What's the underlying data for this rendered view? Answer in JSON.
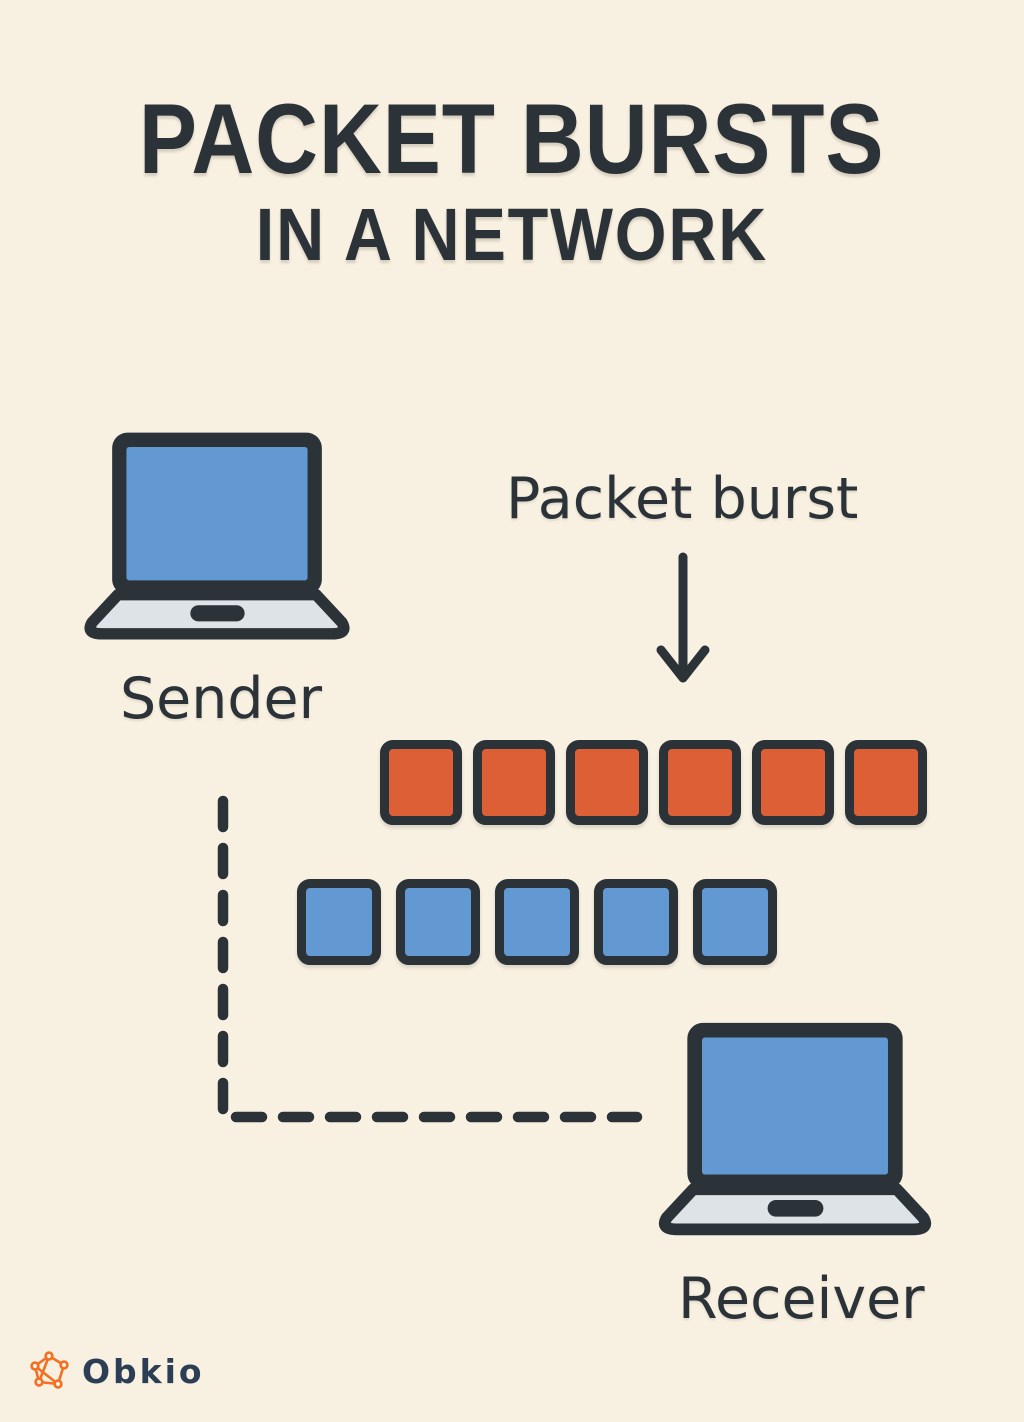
{
  "title": {
    "line1": "PACKET BURSTS",
    "line2": "IN A NETWORK"
  },
  "diagram": {
    "sender_label": "Sender",
    "receiver_label": "Receiver",
    "packet_burst_label": "Packet burst",
    "packet_rows": [
      {
        "name": "burst-row",
        "count": 6,
        "color_key": "packet_orange"
      },
      {
        "name": "steady-row",
        "count": 5,
        "color_key": "packet_blue"
      }
    ]
  },
  "footer": {
    "brand": "Obkio"
  },
  "colors": {
    "background": "#f8f0e1",
    "ink": "#2b3339",
    "packet_orange": "#dc5f36",
    "packet_blue": "#6399d3",
    "laptop_screen_blue": "#6399d3",
    "laptop_base_gray": "#dde3e6",
    "brand_orange": "#f37021",
    "brand_navy": "#2c3e55"
  }
}
